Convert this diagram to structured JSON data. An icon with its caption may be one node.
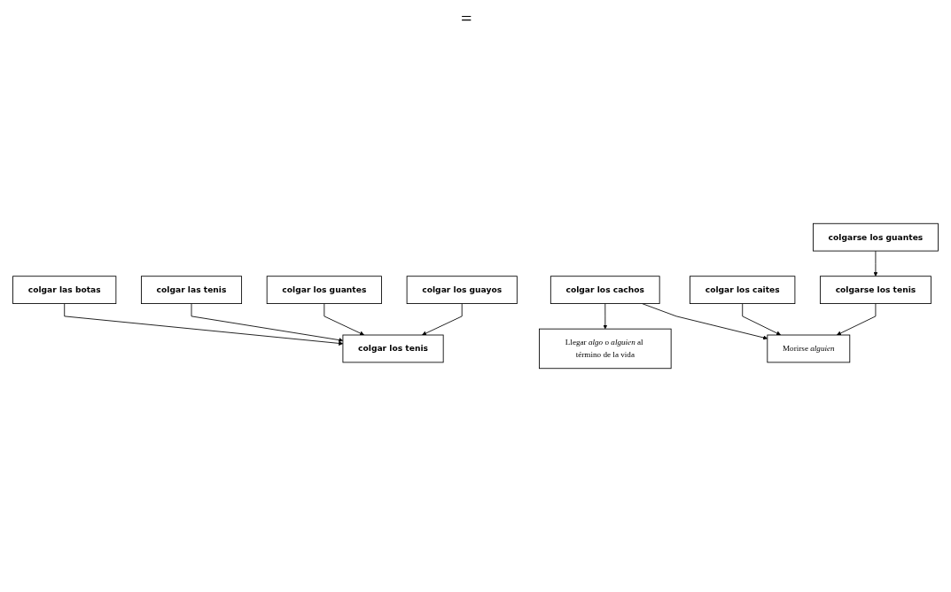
{
  "diagram": {
    "nodes": [
      {
        "text": [
          "colgar las botas"
        ]
      },
      {
        "text": [
          "colgar las tenis"
        ]
      },
      {
        "text": [
          "colgar los guantes"
        ]
      },
      {
        "text": [
          "colgar los guayos"
        ]
      },
      {
        "text": [
          "colgar los cachos"
        ]
      },
      {
        "text": [
          "colgar los caites"
        ]
      },
      {
        "text": [
          "colgar los tenis"
        ]
      },
      {
        "text": [
          "Llegar *algo* o *alguien* al término de la vida"
        ]
      },
      {
        "text": [
          "Morirse *alguien*"
        ]
      },
      {
        "text": [
          "colgarse los tenis"
        ]
      },
      {
        "text": [
          "colgarse los guantes"
        ]
      }
    ],
    "edges": [
      {
        "from": 0,
        "to": 6,
        "arrow": "to"
      },
      {
        "from": 1,
        "to": 6,
        "arrow": "to"
      },
      {
        "from": 2,
        "to": 6,
        "arrow": "to"
      },
      {
        "from": 3,
        "to": 6,
        "arrow": "to"
      },
      {
        "from": 4,
        "to": 7,
        "arrow": "to"
      },
      {
        "from": 4,
        "to": 8,
        "arrow": "to"
      },
      {
        "from": 5,
        "to": 8,
        "arrow": "to"
      },
      {
        "from": 9,
        "to": 8,
        "arrow": "to"
      },
      {
        "from": 10,
        "to": 9,
        "arrow": "to"
      }
    ],
    "labels": [
      "="
    ]
  }
}
